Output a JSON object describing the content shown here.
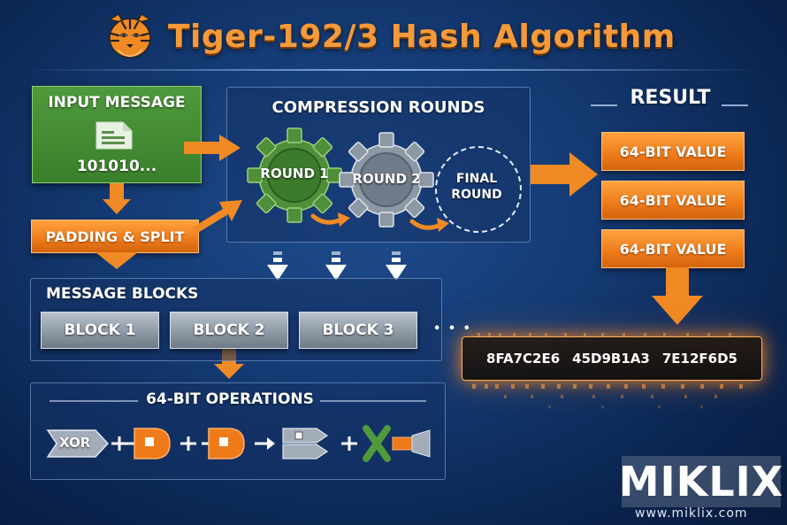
{
  "title": "Tiger-192/3 Hash Algorithm",
  "input": {
    "label": "INPUT MESSAGE",
    "bits": "101010..."
  },
  "padding_label": "PADDING & SPLIT",
  "compression": {
    "label": "COMPRESSION ROUNDS",
    "rounds": [
      "ROUND 1",
      "ROUND 2",
      "FINAL ROUND"
    ]
  },
  "result": {
    "label": "RESULT",
    "values": [
      "64-BIT VALUE",
      "64-BIT VALUE",
      "64-BIT VALUE"
    ]
  },
  "message_blocks": {
    "label": "MESSAGE BLOCKS",
    "blocks": [
      "BLOCK 1",
      "BLOCK 2",
      "BLOCK 3"
    ],
    "more": "• • •"
  },
  "hash_output": [
    "8FA7C2E6",
    "45D9B1A3",
    "7E12F6D5"
  ],
  "operations": {
    "label": "64-BIT OPERATIONS",
    "xor_label": "XOR"
  },
  "brand": {
    "name": "MIKLIX",
    "url": "www.miklix.com"
  },
  "colors": {
    "accent_orange": "#f08a24",
    "green": "#3f8a2f",
    "background": "#143a73"
  }
}
